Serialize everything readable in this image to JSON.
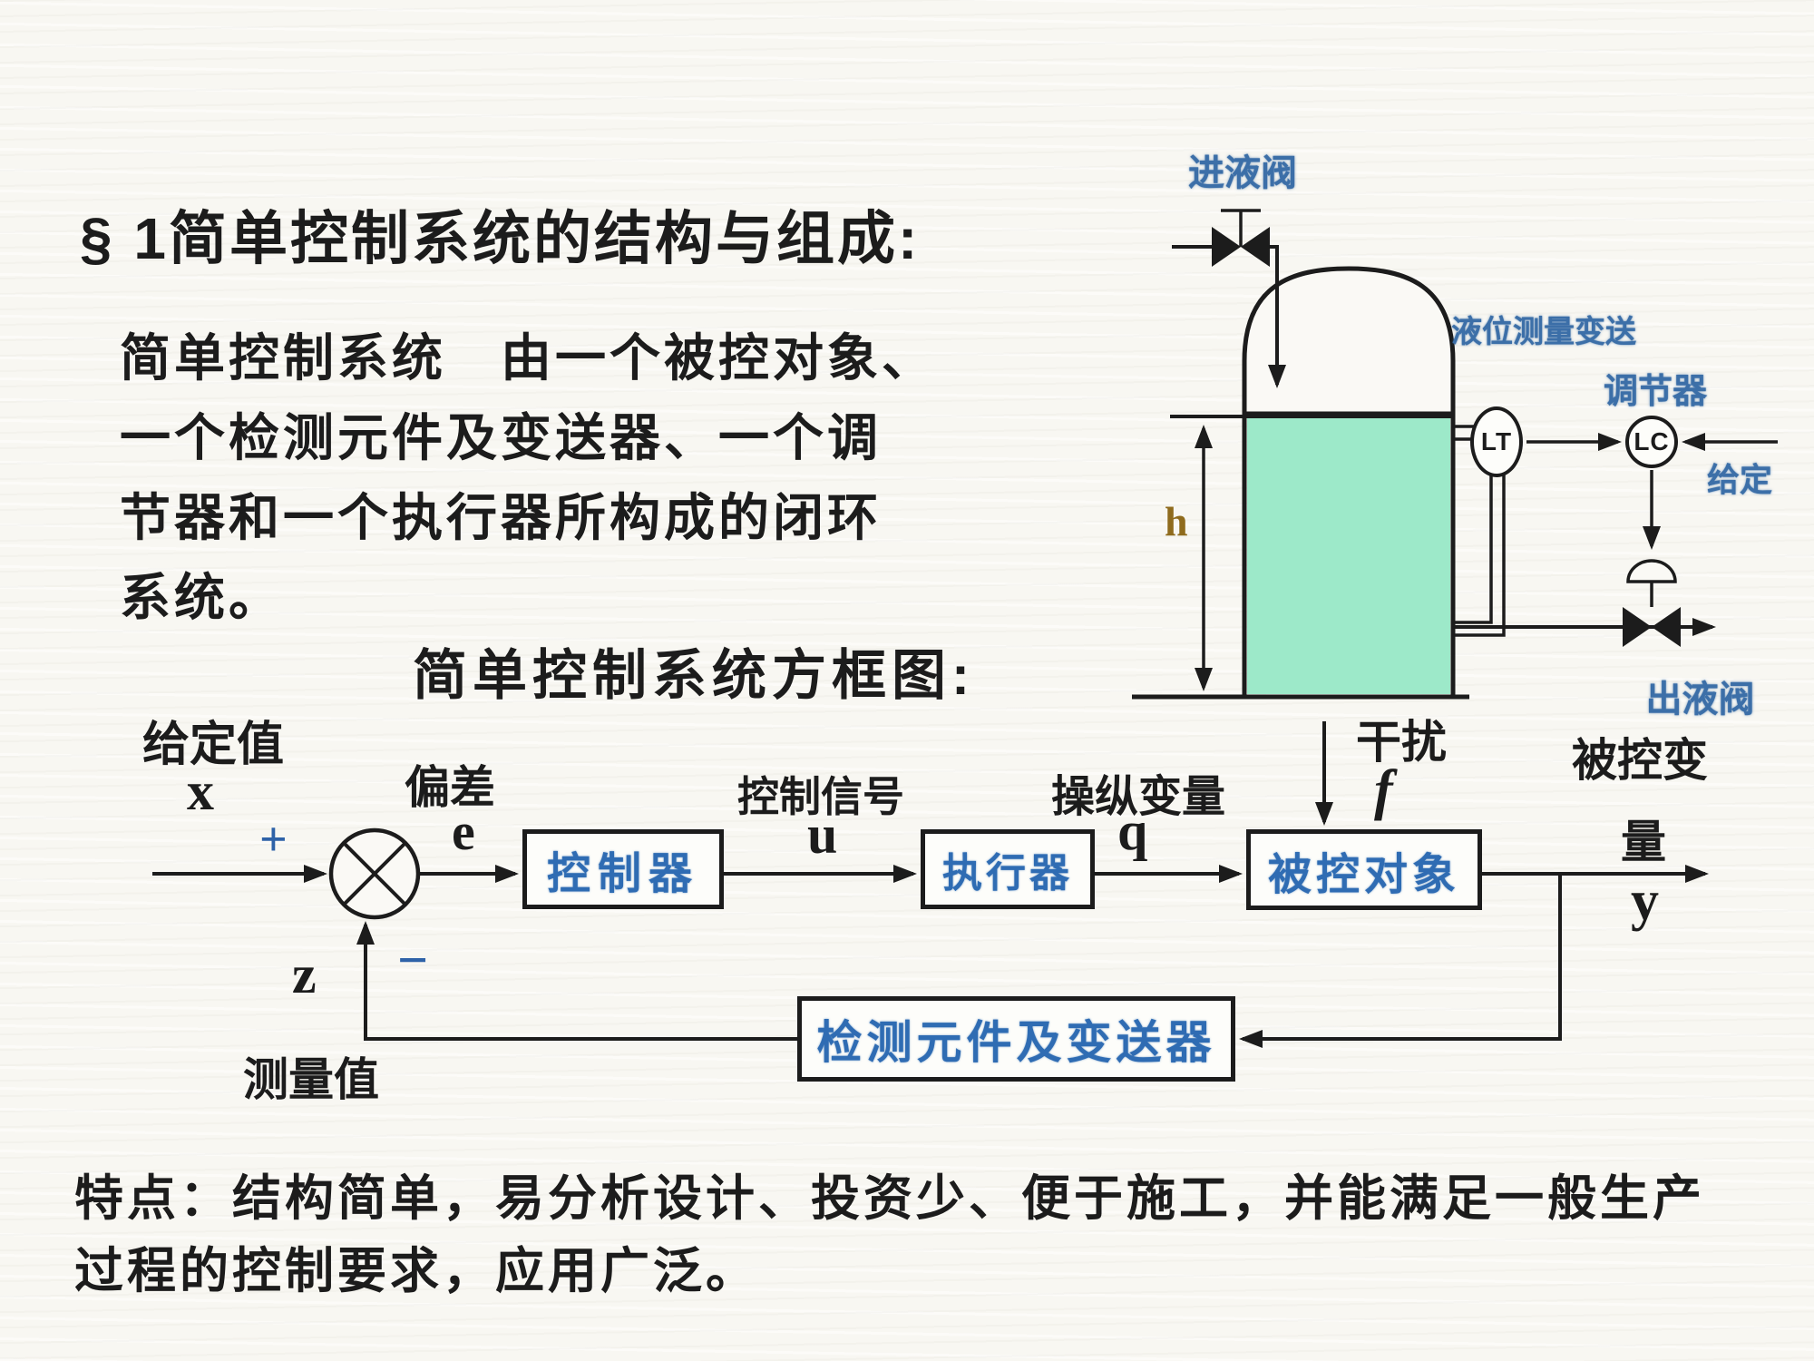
{
  "page": {
    "title": "§ 1简单控制系统的结构与组成:",
    "intro_line1": "简单控制系统　由一个被控对象、",
    "intro_line2": "一个检测元件及变送器、一个调",
    "intro_line3": "节器和一个执行器所构成的闭环",
    "intro_line4": "系统。",
    "footer_line1": "特点：结构简单，易分析设计、投资少、便于施工，并能满足一般生产",
    "footer_line2": "过程的控制要求，应用广泛。"
  },
  "tank": {
    "inlet_valve": "进液阀",
    "level_transmitter": "液位测量变送",
    "regulator": "调节器",
    "setpoint": "给定",
    "outlet_valve": "出液阀",
    "lt": "LT",
    "lc": "LC",
    "level_height": "h",
    "liquid_color": "#9de9c9"
  },
  "block": {
    "heading": "简单控制系统方框图:",
    "setpoint_label": "给定值",
    "setpoint_sym": "x",
    "plus": "+",
    "minus": "−",
    "error_label": "偏差",
    "error_sym": "e",
    "controller": "控制器",
    "control_signal_label": "控制信号",
    "control_signal_sym": "u",
    "actuator": "执行器",
    "manipulated_label": "操纵变量",
    "manipulated_sym": "q",
    "disturbance_label": "干扰",
    "disturbance_sym": "f",
    "plant": "被控对象",
    "controlled_var_label_1": "被控变",
    "controlled_var_label_2": "量",
    "output_sym": "y",
    "feedback_sym": "z",
    "measured_label": "测量值",
    "sensor": "检测元件及变送器"
  },
  "colors": {
    "ink": "#1c1c1c",
    "stamp_blue": "#3c6fa8",
    "box_text_blue": "#2f6cb3",
    "sign_blue": "#2e62a8",
    "height_label_brown": "#8f6b1d",
    "liquid_green": "#9de9c9"
  }
}
